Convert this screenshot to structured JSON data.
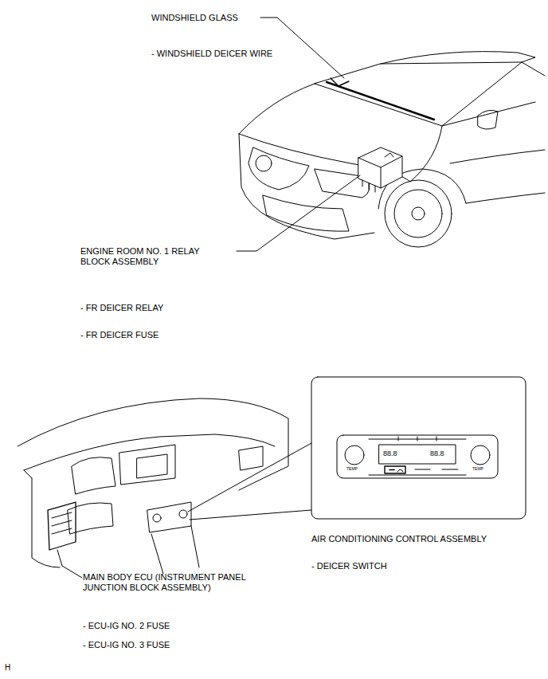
{
  "diagram": {
    "labels": [
      "WINDSHIELD GLASS",
      "- WINDSHIELD DEICER WIRE",
      "ENGINE ROOM NO. 1 RELAY BLOCK ASSEMBLY",
      "- FR DEICER RELAY",
      "- FR DEICER FUSE",
      "AIR CONDITIONING CONTROL ASSEMBLY",
      "- DEICER SWITCH",
      "MAIN BODY ECU (INSTRUMENT PANEL JUNCTION BLOCK ASSEMBLY)",
      "- ECU-IG NO. 2 FUSE",
      "- ECU-IG NO. 3 FUSE",
      "88.8",
      "88.8",
      "TEMP",
      "TEMP",
      "H"
    ]
  }
}
